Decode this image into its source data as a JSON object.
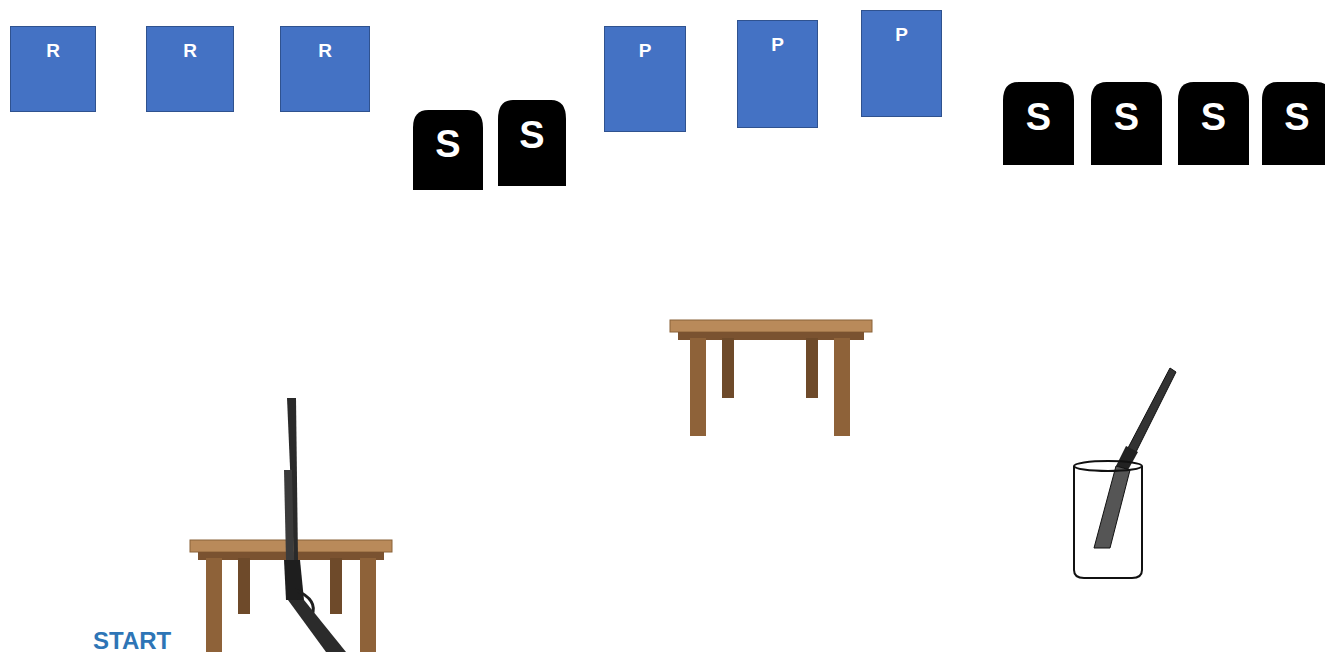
{
  "diagram": {
    "nodes": [
      {
        "text": [
          "R"
        ]
      },
      {
        "text": [
          "R"
        ]
      },
      {
        "text": [
          "R"
        ]
      },
      {
        "text": [
          "S"
        ]
      },
      {
        "text": [
          "S"
        ]
      },
      {
        "text": [
          "P"
        ]
      },
      {
        "text": [
          "P"
        ]
      },
      {
        "text": [
          "P"
        ]
      },
      {
        "text": [
          "S"
        ]
      },
      {
        "text": [
          "S"
        ]
      },
      {
        "text": [
          "S"
        ]
      },
      {
        "text": [
          "S"
        ]
      }
    ],
    "labels": [
      "START"
    ]
  }
}
